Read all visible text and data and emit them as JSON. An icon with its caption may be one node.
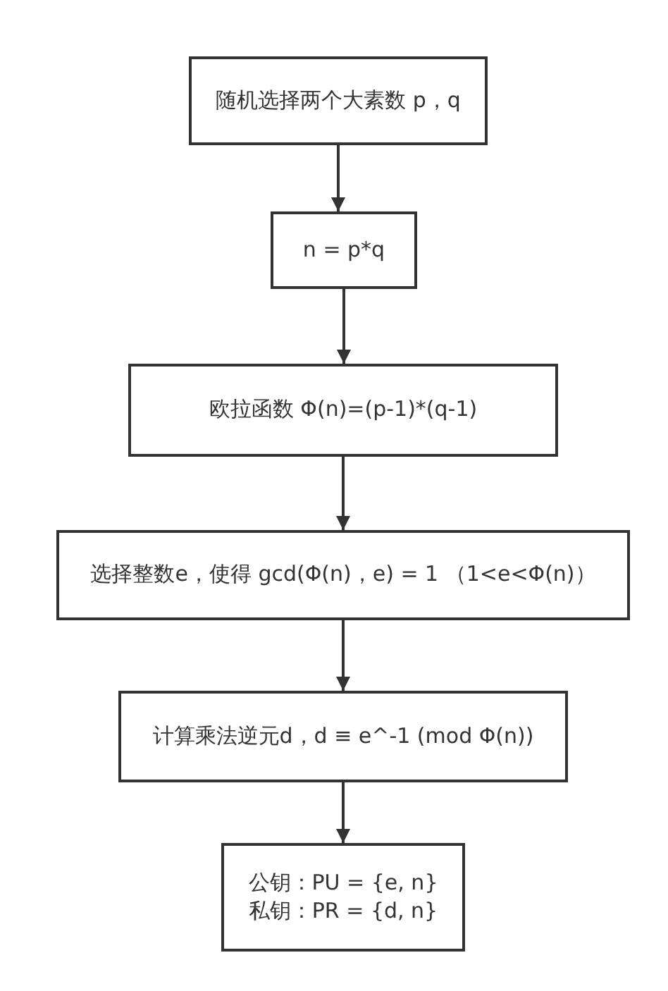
{
  "diagram": {
    "nodes": [
      {
        "text": [
          "随机选择两个大素数 p，q"
        ]
      },
      {
        "text": [
          "n = p*q"
        ]
      },
      {
        "text": [
          "欧拉函数 Φ(n)=(p-1)*(q-1)"
        ]
      },
      {
        "text": [
          "选择整数e，使得 gcd(Φ(n)，e) = 1 （1<e<Φ(n)）"
        ]
      },
      {
        "text": [
          "计算乘法逆元d，d ≡ e^-1 (mod Φ(n))"
        ]
      },
      {
        "text": [
          "公钥：PU = {e, n}",
          "私钥：PR = {d, n}"
        ]
      }
    ],
    "edges": [
      {
        "from": 0,
        "to": 1,
        "arrow": "to"
      },
      {
        "from": 1,
        "to": 2,
        "arrow": "to"
      },
      {
        "from": 2,
        "to": 3,
        "arrow": "to"
      },
      {
        "from": 3,
        "to": 4,
        "arrow": "to"
      },
      {
        "from": 4,
        "to": 5,
        "arrow": "to"
      }
    ]
  }
}
